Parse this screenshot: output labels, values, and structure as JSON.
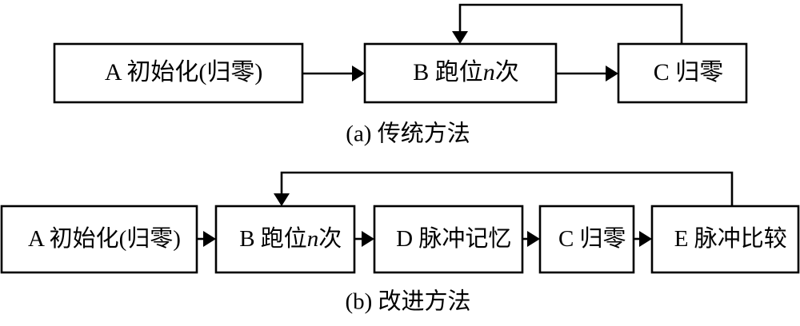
{
  "figure": {
    "background_color": "#ffffff",
    "stroke_color": "#000000",
    "panels": [
      {
        "id": "panel-a",
        "caption": "(a) 传统方法",
        "boxes": [
          {
            "id": "a1",
            "label_prefix": "A 初始化(归零)",
            "label_var": "",
            "label_suffix": ""
          },
          {
            "id": "a2",
            "label_prefix": "B 跑位",
            "label_var": "n",
            "label_suffix": "次"
          },
          {
            "id": "a3",
            "label_prefix": "C 归零",
            "label_var": "",
            "label_suffix": ""
          }
        ],
        "feedback_note": "C 归零 → B 跑位n次"
      },
      {
        "id": "panel-b",
        "caption": "(b) 改进方法",
        "boxes": [
          {
            "id": "b1",
            "label_prefix": "A 初始化(归零)",
            "label_var": "",
            "label_suffix": ""
          },
          {
            "id": "b2",
            "label_prefix": "B 跑位",
            "label_var": "n",
            "label_suffix": "次"
          },
          {
            "id": "b3",
            "label_prefix": "D 脉冲记忆",
            "label_var": "",
            "label_suffix": ""
          },
          {
            "id": "b4",
            "label_prefix": "C 归零",
            "label_var": "",
            "label_suffix": ""
          },
          {
            "id": "b5",
            "label_prefix": "E 脉冲比较",
            "label_var": "",
            "label_suffix": ""
          }
        ],
        "feedback_note": "E 脉冲比较 → B 跑位n次"
      }
    ]
  }
}
